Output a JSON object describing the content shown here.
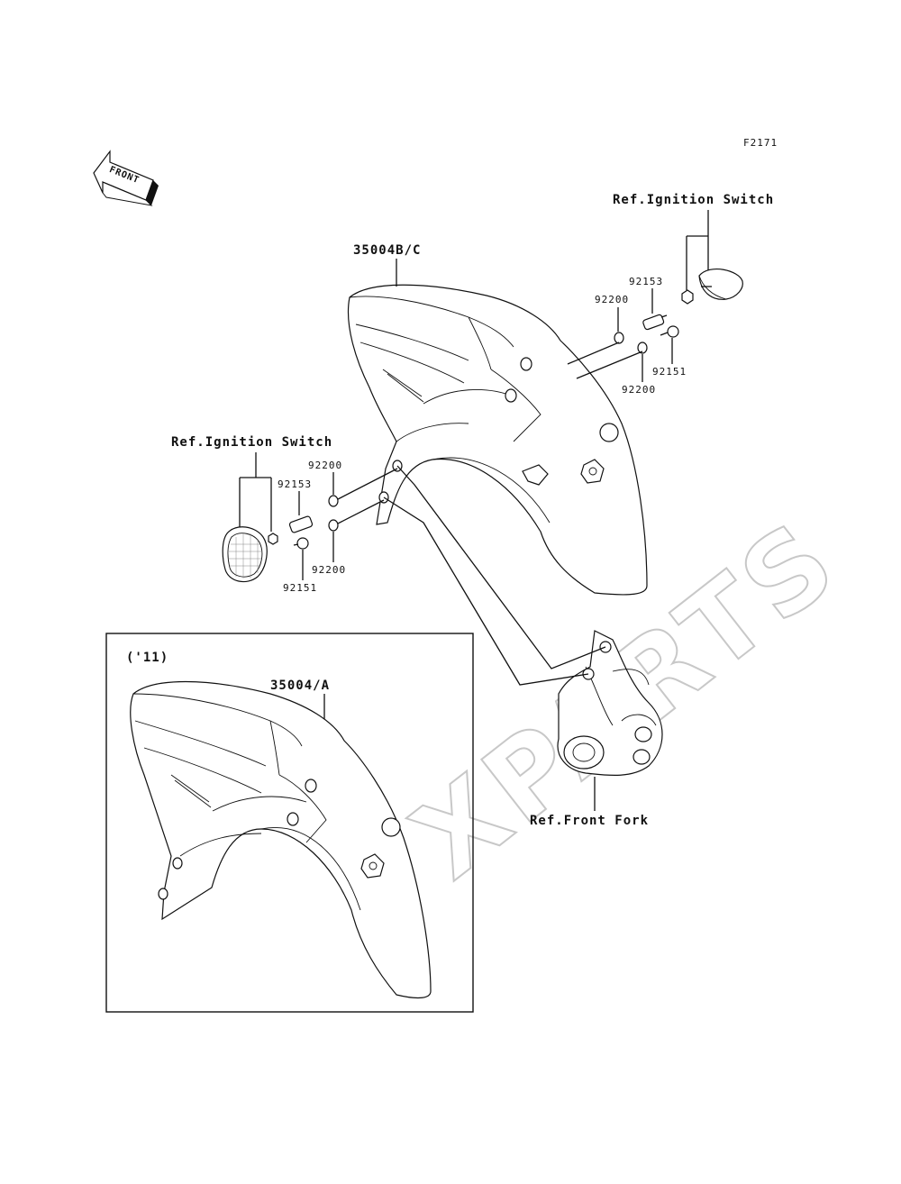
{
  "figure_code": "F2171",
  "front_arrow": "FRONT",
  "watermark": "XPARTS",
  "labels": {
    "ref_ignition_top": "Ref.Ignition Switch",
    "ref_ignition_left": "Ref.Ignition Switch",
    "ref_front_fork": "Ref.Front Fork",
    "fender_main": "35004B/C",
    "fender_inset": "35004/A",
    "inset_title": "('11)",
    "r_92153": "92153",
    "r_92200_a": "92200",
    "r_92151": "92151",
    "r_92200_b": "92200",
    "l_92200_a": "92200",
    "l_92153": "92153",
    "l_92200_b": "92200",
    "l_92151": "92151"
  }
}
